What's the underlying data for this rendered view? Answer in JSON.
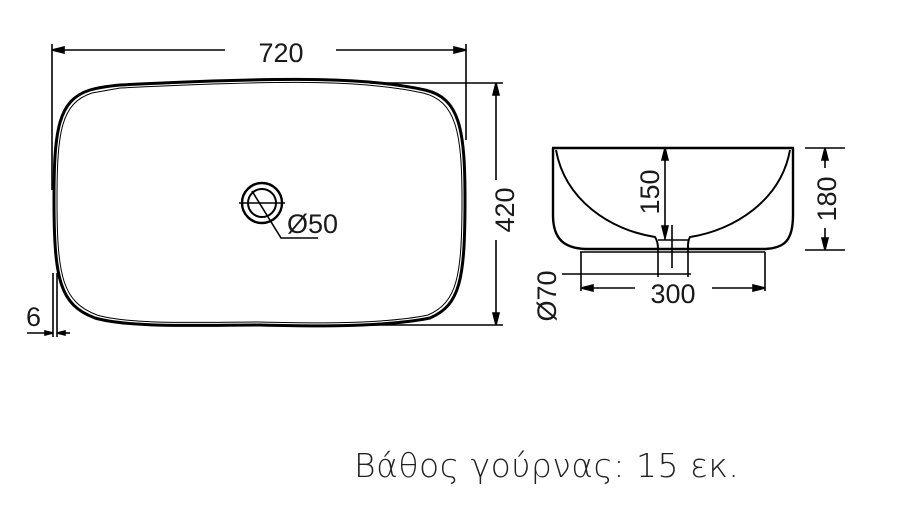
{
  "top_view": {
    "width_label": "720",
    "depth_label": "420",
    "drain_label": "Ø50",
    "rim_label": "6"
  },
  "side_view": {
    "inner_depth_label": "150",
    "height_label": "180",
    "base_label": "300",
    "drain_neck_label": "Ø70"
  },
  "caption": "Βάθος γούρνας: 15 εκ.",
  "colors": {
    "line": "#000000",
    "text": "#1a1a1a"
  }
}
